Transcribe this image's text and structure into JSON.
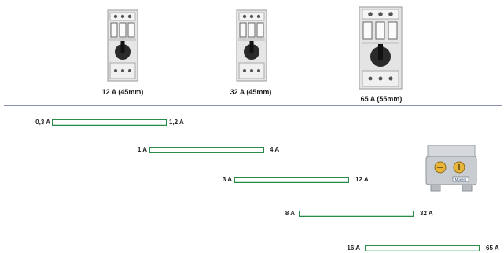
{
  "breakers": [
    {
      "caption": "12 A (45mm)"
    },
    {
      "caption": "32 A (45mm)"
    },
    {
      "caption": "65 A (55mm)"
    }
  ],
  "ranges": [
    {
      "min": "0,3 A",
      "max": "1,2 A"
    },
    {
      "min": "1 A",
      "max": "4 A"
    },
    {
      "min": "3 A",
      "max": "12 A"
    },
    {
      "min": "8 A",
      "max": "32 A"
    },
    {
      "min": "16 A",
      "max": "65 A"
    }
  ],
  "accessory": {
    "brand": "Moeller"
  },
  "colors": {
    "bar_border": "#2a8a4a",
    "divider": "#8a8fb0"
  }
}
